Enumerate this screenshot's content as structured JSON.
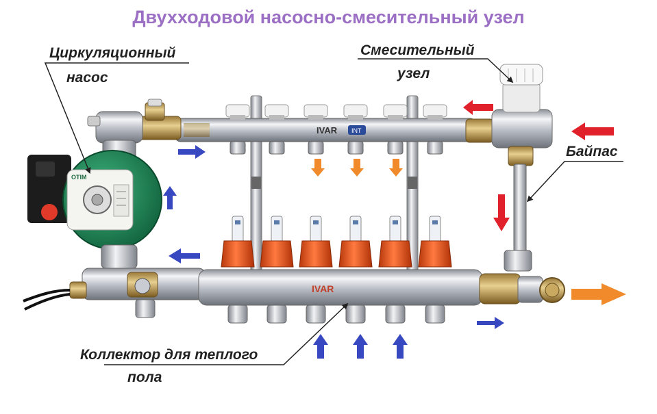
{
  "title": "Двухходовой насосно-смесительный узел",
  "labels": {
    "pump_line1": "Циркуляционный",
    "pump_line2": "насос",
    "mixer_line1": "Смесительный",
    "mixer_line2": "узел",
    "bypass": "Байпас",
    "collector_line1": "Коллектор для теплого",
    "collector_line2": "пола"
  },
  "brand": {
    "supply_manifold": "IVAR",
    "supply_badge": "INT",
    "return_manifold": "IVAR",
    "pump": "OTIM"
  },
  "colors": {
    "title": "#9b6fc4",
    "hot_arrow": "#e0202a",
    "warm_arrow": "#f08a2a",
    "cold_arrow": "#3848c0",
    "chrome": "#c9ccd2",
    "pump_green": "#1f8a5a",
    "valve_orange": "#e8541e"
  }
}
